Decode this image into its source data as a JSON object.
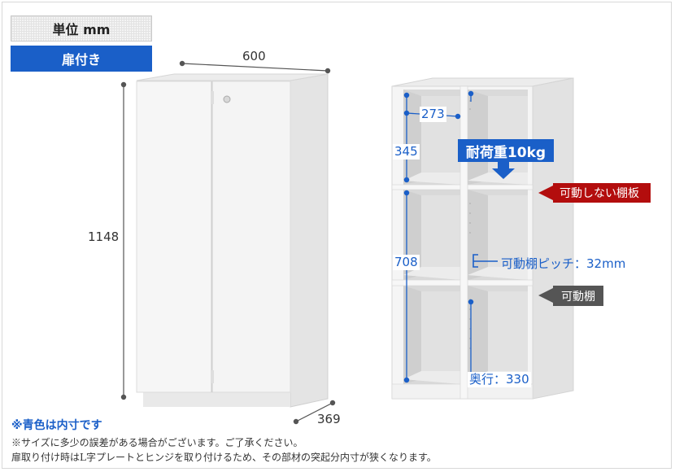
{
  "tags": {
    "unit": "単位 mm",
    "type": "扉付き"
  },
  "dimensions": {
    "width": "600",
    "height": "1148",
    "depth": "369"
  },
  "inner_dimensions": {
    "width": "273",
    "top_height": "345",
    "lower_height": "708",
    "depth": "奥行：330"
  },
  "callouts": {
    "load": "耐荷重10kg",
    "fixed_shelf": "可動しない棚板",
    "movable_shelf": "可動棚",
    "pitch": "可動棚ピッチ：32mm"
  },
  "notes": {
    "blue_note": "※青色は内寸です",
    "line1": "※サイズに多少の誤差がある場合がございます。ご了承ください。",
    "line2": "扉取り付け時はL字プレートとヒンジを取り付けるため、その部材の突起分内寸が狭くなります。"
  },
  "colors": {
    "accent_blue": "#1a5fc8",
    "callout_red": "#b30d0d",
    "callout_gray": "#555555",
    "cabinet_white": "#f3f3f3"
  }
}
